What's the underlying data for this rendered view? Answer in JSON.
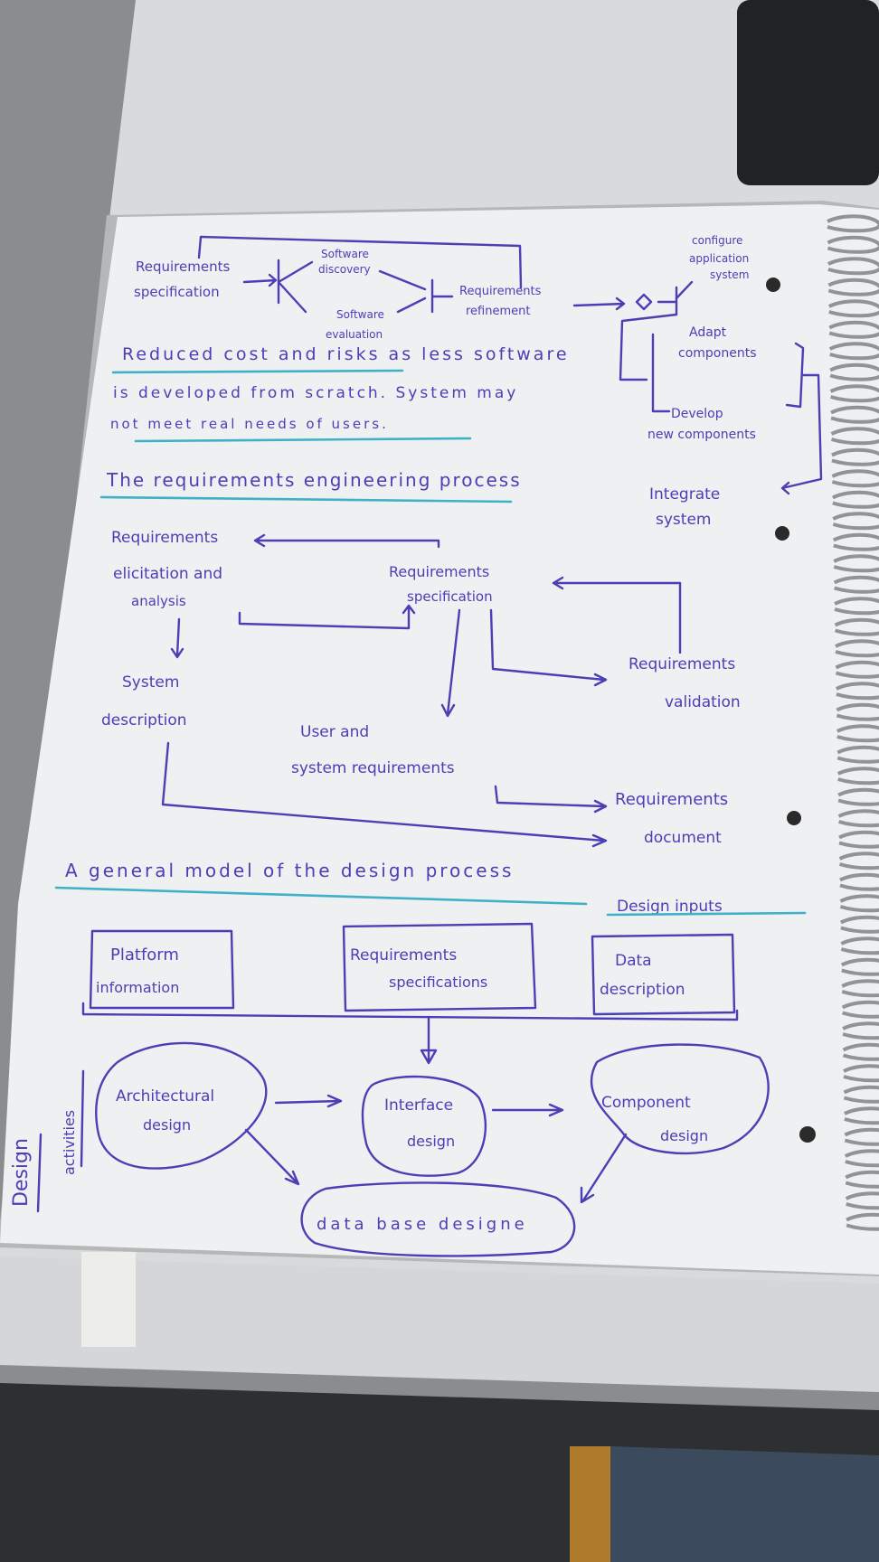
{
  "colors": {
    "ink": "#4a3fb5",
    "highlight": "#3fb0c8",
    "paper": "#eef0f2",
    "desk": "#8a8d8e"
  },
  "notes": {
    "reuse_diagram": {
      "req_spec": [
        "Requirements",
        "specification"
      ],
      "sw_discovery": [
        "Software",
        "discovery"
      ],
      "sw_evaluation": [
        "Software",
        "evaluation"
      ],
      "req_refinement": [
        "Requirements",
        "refinement"
      ],
      "configure": [
        "configure",
        "application",
        "system"
      ],
      "adapt": [
        "Adapt",
        "components"
      ],
      "develop": [
        "Develop",
        "new components"
      ],
      "integrate": [
        "Integrate",
        "system"
      ]
    },
    "reuse_text": [
      "Reduced cost and risks as less software",
      "is developed from scratch. System may",
      "not meet real needs of users."
    ],
    "re_title": "The requirements engineering process",
    "re_diagram": {
      "elicitation": [
        "Requirements",
        "elicitation and",
        "analysis"
      ],
      "specification": [
        "Requirements",
        "specification"
      ],
      "validation": [
        "Requirements",
        "validation"
      ],
      "sys_description": [
        "System",
        "description"
      ],
      "user_system": [
        "User and",
        "system requirements"
      ],
      "document": [
        "Requirements",
        "document"
      ]
    },
    "design_title": "A general model of the design process",
    "inputs_title": "Design inputs",
    "inputs": {
      "platform": [
        "Platform",
        "information"
      ],
      "requirements": [
        "Requirements",
        "specifications"
      ],
      "data": [
        "Data",
        "description"
      ]
    },
    "activities_label": [
      "Design",
      "activities"
    ],
    "activities": {
      "architectural": [
        "Architectural",
        "design"
      ],
      "interface": [
        "Interface",
        "design"
      ],
      "component": [
        "Component",
        "design"
      ],
      "database": "data base designe"
    }
  }
}
